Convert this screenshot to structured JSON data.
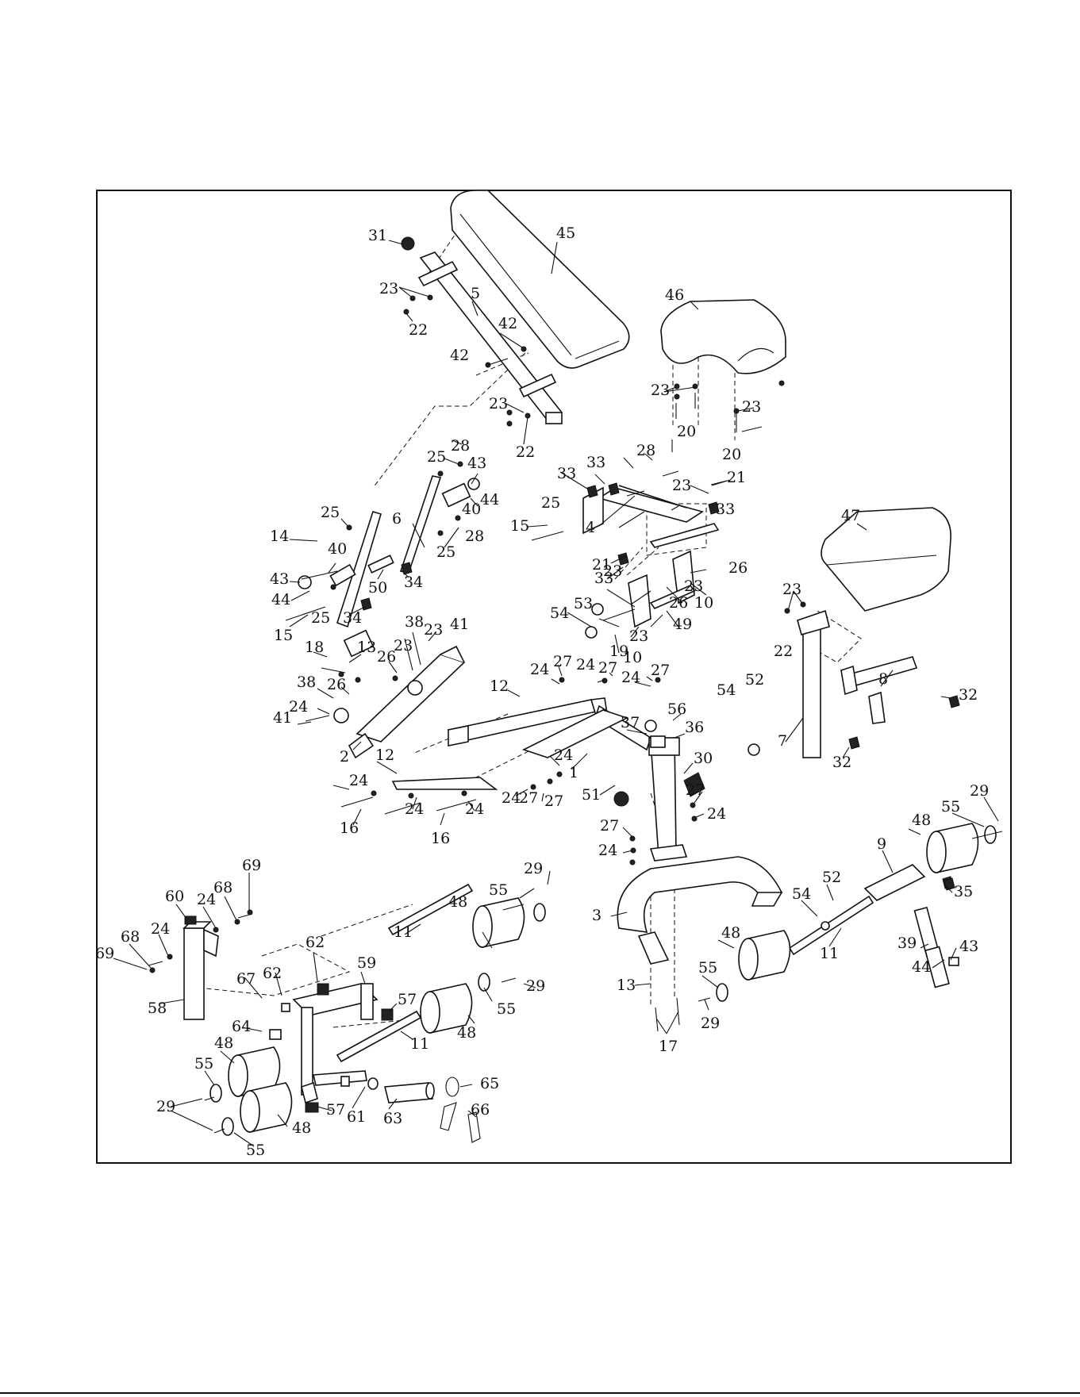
{
  "diagram": {
    "type": "exploded-parts-view",
    "colors": {
      "line": "#111111",
      "background": "#ffffff"
    },
    "labels": [
      "1",
      "2",
      "3",
      "4",
      "5",
      "6",
      "7",
      "8",
      "9",
      "10",
      "10",
      "11",
      "11",
      "11",
      "12",
      "12",
      "13",
      "13",
      "14",
      "15",
      "15",
      "16",
      "16",
      "17",
      "18",
      "19",
      "20",
      "20",
      "21",
      "21",
      "22",
      "22",
      "22",
      "23",
      "23",
      "23",
      "23",
      "23",
      "23",
      "23",
      "23",
      "23",
      "23",
      "23",
      "24",
      "24",
      "24",
      "24",
      "24",
      "24",
      "24",
      "24",
      "24",
      "24",
      "24",
      "24",
      "24",
      "25",
      "25",
      "25",
      "25",
      "25",
      "26",
      "26",
      "26",
      "26",
      "27",
      "27",
      "27",
      "27",
      "27",
      "27",
      "27",
      "28",
      "28",
      "28",
      "29",
      "29",
      "29",
      "29",
      "29",
      "30",
      "31",
      "32",
      "32",
      "33",
      "33",
      "33",
      "33",
      "34",
      "34",
      "35",
      "36",
      "37",
      "38",
      "38",
      "39",
      "40",
      "40",
      "41",
      "41",
      "42",
      "42",
      "43",
      "43",
      "43",
      "44",
      "44",
      "44",
      "45",
      "46",
      "47",
      "48",
      "48",
      "48",
      "48",
      "48",
      "48",
      "49",
      "50",
      "51",
      "52",
      "52",
      "53",
      "54",
      "54",
      "54",
      "55",
      "55",
      "55",
      "55",
      "55",
      "55",
      "56",
      "57",
      "57",
      "58",
      "59",
      "60",
      "61",
      "62",
      "62",
      "63",
      "64",
      "65",
      "66",
      "67",
      "68",
      "68",
      "69",
      "69"
    ]
  }
}
